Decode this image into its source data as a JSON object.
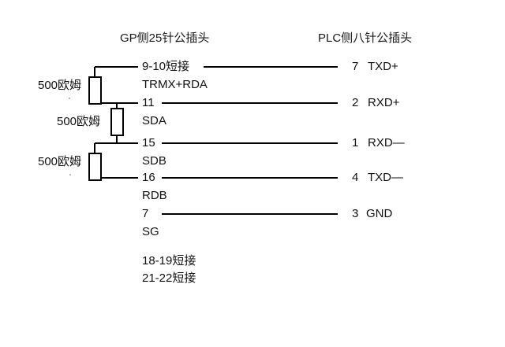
{
  "headers": {
    "left": "GP侧25针公插头",
    "right": "PLC侧八针公插头"
  },
  "colors": {
    "wire": "#000000",
    "text": "#111111",
    "background": "#ffffff"
  },
  "resistors": [
    {
      "label": "500欧姆",
      "value": "500",
      "unit": "欧姆",
      "spans": "9-10 to 11"
    },
    {
      "label": "500欧姆",
      "value": "500",
      "unit": "欧姆",
      "spans": "11 to 15"
    },
    {
      "label": "500欧姆",
      "value": "500",
      "unit": "欧姆",
      "spans": "15 to 16"
    }
  ],
  "rows": [
    {
      "gp_pin": "9-10短接",
      "gp_signal": "TRMX+RDA",
      "plc_pin": "7",
      "plc_signal": "TXD+"
    },
    {
      "gp_pin": "11",
      "gp_signal": "SDA",
      "plc_pin": "2",
      "plc_signal": "RXD+"
    },
    {
      "gp_pin": "15",
      "gp_signal": "SDB",
      "plc_pin": "1",
      "plc_signal": "RXD—"
    },
    {
      "gp_pin": "16",
      "gp_signal": "RDB",
      "plc_pin": "4",
      "plc_signal": "TXD—"
    },
    {
      "gp_pin": "7",
      "gp_signal": "SG",
      "plc_pin": "3",
      "plc_signal": "GND"
    }
  ],
  "notes": [
    "18-19短接",
    "21-22短接"
  ]
}
